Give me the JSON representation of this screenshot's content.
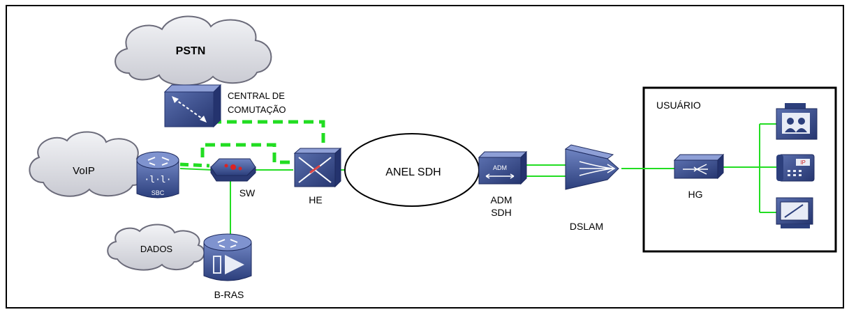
{
  "labels": {
    "pstn": "PSTN",
    "central_line1": "CENTRAL DE",
    "central_line2": "COMUTAÇÃO",
    "voip": "VoIP",
    "sbc": "SBC",
    "sw": "SW",
    "he": "HE",
    "anel": "ANEL SDH",
    "adm_icon": "ADM",
    "adm_line1": "ADM",
    "adm_line2": "SDH",
    "dslam": "DSLAM",
    "usuario": "USUÁRIO",
    "hg": "HG",
    "dados": "DADOS",
    "bras": "B-RAS",
    "ip": "IP"
  },
  "colors": {
    "link": "#22dd22",
    "device": "#3a4f8c",
    "device_light": "#7c8fc6",
    "cloud": "#dcdde3"
  },
  "icons": [
    "cloud-icon",
    "switch-icon",
    "router-icon",
    "dslam-icon",
    "videophone-icon",
    "ip-phone-icon",
    "computer-icon"
  ]
}
